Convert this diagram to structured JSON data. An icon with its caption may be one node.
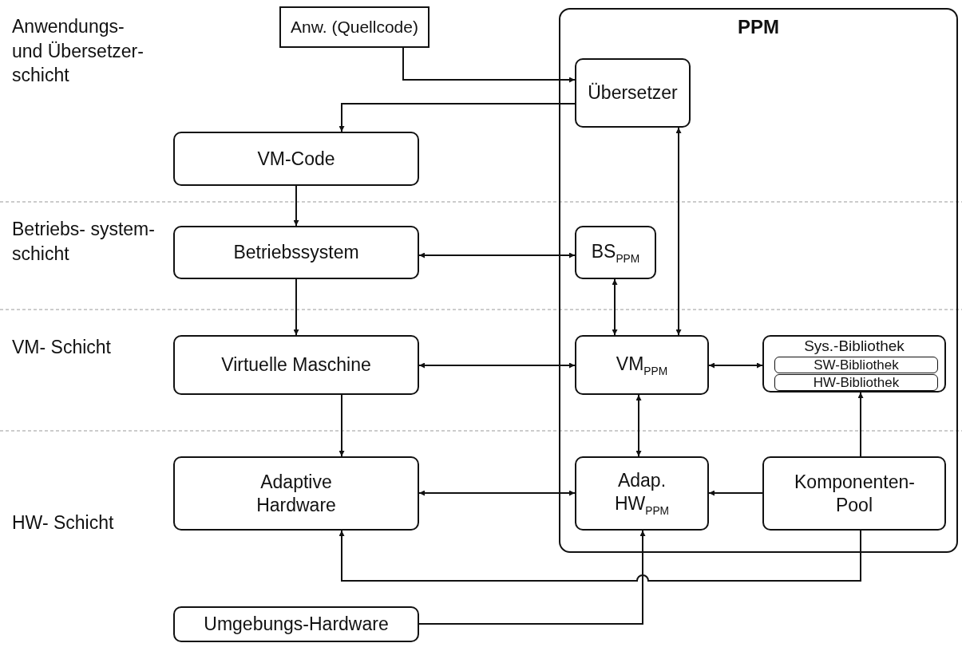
{
  "diagram": {
    "nodes": [
      {
        "text": [
          "Anw. (Quellcode)"
        ]
      },
      {
        "text": [
          "PPM"
        ]
      },
      {
        "text": [
          "Übersetzer"
        ],
        "in": 1
      },
      {
        "text": [
          "VM-Code"
        ]
      },
      {
        "text": [
          "Betriebssystem"
        ]
      },
      {
        "text": [
          "BS$_{PPM}$"
        ],
        "in": 1
      },
      {
        "text": [
          "Virtuelle Maschine"
        ]
      },
      {
        "text": [
          "VM$_{PPM}$"
        ],
        "in": 1
      },
      {
        "text": [
          "Sys.-Bibliothek"
        ],
        "in": 1
      },
      {
        "text": [
          "SW-Bibliothek"
        ],
        "in": 8
      },
      {
        "text": [
          "HW-Bibliothek"
        ],
        "in": 8
      },
      {
        "text": [
          "Adaptive Hardware"
        ]
      },
      {
        "text": [
          "Adap. HW$_{PPM}$"
        ],
        "in": 1
      },
      {
        "text": [
          "Komponenten- Pool"
        ],
        "in": 1
      },
      {
        "text": [
          "Umgebungs-Hardware"
        ]
      }
    ],
    "edges": [
      {
        "from": 0,
        "to": 2,
        "arrow": "to"
      },
      {
        "from": 2,
        "to": 3,
        "arrow": "to"
      },
      {
        "from": 3,
        "to": 4,
        "arrow": "to"
      },
      {
        "from": 4,
        "to": 5,
        "arrow": "both"
      },
      {
        "from": 2,
        "to": 7,
        "arrow": "both"
      },
      {
        "from": 4,
        "to": 6,
        "arrow": "to"
      },
      {
        "from": 5,
        "to": 7,
        "arrow": "both"
      },
      {
        "from": 6,
        "to": 7,
        "arrow": "both"
      },
      {
        "from": 7,
        "to": 8,
        "arrow": "both"
      },
      {
        "from": 6,
        "to": 11,
        "arrow": "to"
      },
      {
        "from": 7,
        "to": 12,
        "arrow": "both"
      },
      {
        "from": 13,
        "to": 8,
        "arrow": "to"
      },
      {
        "from": 11,
        "to": 12,
        "arrow": "both"
      },
      {
        "from": 13,
        "to": 12,
        "arrow": "to"
      },
      {
        "from": 13,
        "to": 11,
        "arrow": "to"
      },
      {
        "from": 14,
        "to": 12,
        "arrow": "to"
      }
    ],
    "labels": [
      "Anwendungs- und Übersetzer- schicht",
      "Betriebs- system- schicht",
      "VM- Schicht",
      "HW- Schicht"
    ]
  }
}
